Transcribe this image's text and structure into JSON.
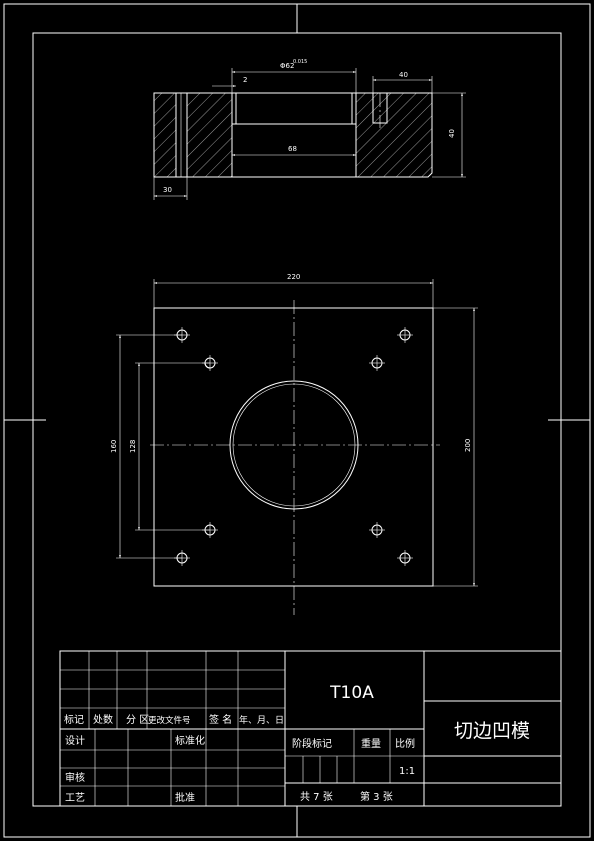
{
  "drawing": {
    "top_view": {
      "dims": {
        "dia_top": "Φ62",
        "dia_tol": "0.015",
        "step": "2",
        "slot_w": "40",
        "height": "40",
        "bore": "68",
        "base": "30"
      }
    },
    "plan_view": {
      "dims": {
        "width": "220",
        "height": "200",
        "hole_spacing_outer": "160",
        "hole_spacing_inner": "128"
      }
    }
  },
  "title_block": {
    "material": "T10A",
    "part_name": "切边凹模",
    "row_labels": {
      "mark": "标记",
      "count": "处数",
      "zone": "分 区",
      "change_doc": "更改文件号",
      "signature": "签 名",
      "date": "年、月、日",
      "design": "设计",
      "standard": "标准化",
      "review": "审核",
      "process": "工艺",
      "approve": "批准"
    },
    "stage_mark": "阶段标记",
    "weight": "重量",
    "scale_label": "比例",
    "scale": "1:1",
    "sheet_total": "共 7   张",
    "sheet_no": "第   3 张"
  }
}
